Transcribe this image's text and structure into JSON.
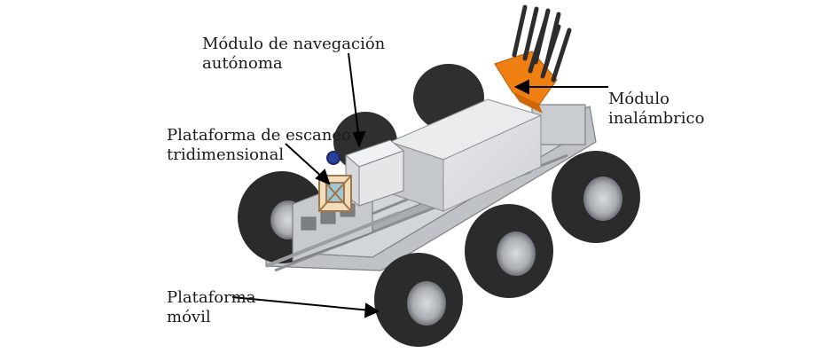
{
  "labels": {
    "navigation_module": [
      "Módulo de navegación",
      "autónoma"
    ],
    "wireless_module": [
      "Módulo",
      "inalámbrico"
    ],
    "scanning_platform": [
      "Plataforma de escaneo",
      "tridimensional"
    ],
    "mobile_platform": [
      "Plataforma",
      "móvil"
    ]
  },
  "colors": {
    "chassis": "#c8ccd0",
    "tire": "#2b2b2b",
    "wireless_module": "#f07f12",
    "scanner_frame": "#e8c08a",
    "beacon": "#2a3f9a",
    "arrow": "#000000"
  }
}
